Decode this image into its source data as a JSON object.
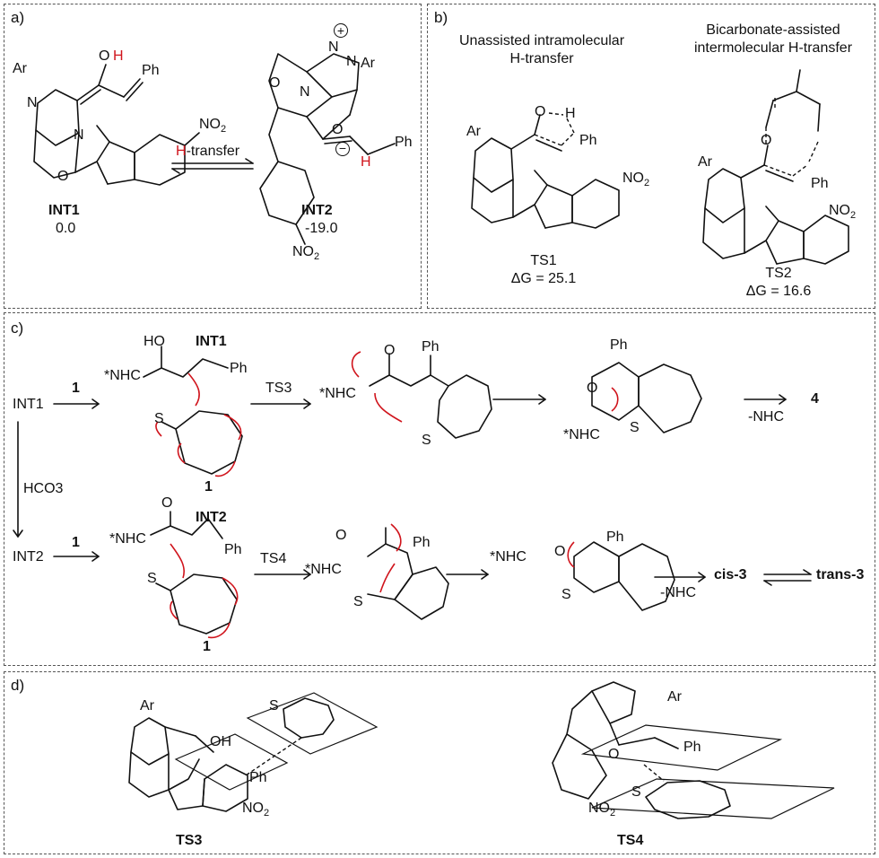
{
  "panels": {
    "a": {
      "label": "a)",
      "int1": {
        "name": "INT1",
        "energy": "0.0"
      },
      "int2": {
        "name": "INT2",
        "energy": "-19.0"
      },
      "arrow_label_red": "H",
      "arrow_label_rest": "-transfer",
      "atoms": {
        "ar1": "Ar",
        "o_h_o": "O",
        "o_h_h": "H",
        "ph1": "Ph",
        "no2_1": "NO2",
        "n_top": "N",
        "n_mid": "N",
        "o_ring": "O",
        "ar2": "Ar",
        "n2a": "N",
        "n2b": "N",
        "n2c": "N",
        "o2_ring": "O",
        "o2_anion": "O",
        "ph2": "Ph",
        "h2": "H",
        "no2_2": "NO2",
        "plus": "+",
        "minus": "−"
      }
    },
    "b": {
      "label": "b)",
      "title_left": "Unassisted intramolecular\nH-transfer",
      "title_right": "Bicarbonate-assisted\nintermolecular H-transfer",
      "ts1": {
        "name": "TS1",
        "energy": "ΔG = 25.1"
      },
      "ts2": {
        "name": "TS2",
        "energy": "ΔG = 16.6"
      },
      "atoms": {
        "ar": "Ar",
        "o": "O",
        "h": "H",
        "ph": "Ph",
        "no2": "NO2"
      }
    },
    "c": {
      "label": "c)",
      "int1": "INT1",
      "int2": "INT2",
      "int1_bold": "INT1",
      "int2_bold": "INT2",
      "reagent": "1",
      "hco3": "HCO3",
      "ts3": "TS3",
      "ts4": "TS4",
      "nhc_minus": "-NHC",
      "product4": "4",
      "cis3": "cis-3",
      "trans3": "trans-3",
      "nhc_star": "*NHC",
      "ho": "HO",
      "ph": "Ph",
      "s": "S",
      "o": "O"
    },
    "d": {
      "label": "d)",
      "ts3": "TS3",
      "ts4": "TS4",
      "atoms": {
        "ar": "Ar",
        "oh": "OH",
        "ph": "Ph",
        "s": "S",
        "no2": "NO2",
        "o": "O"
      }
    }
  }
}
